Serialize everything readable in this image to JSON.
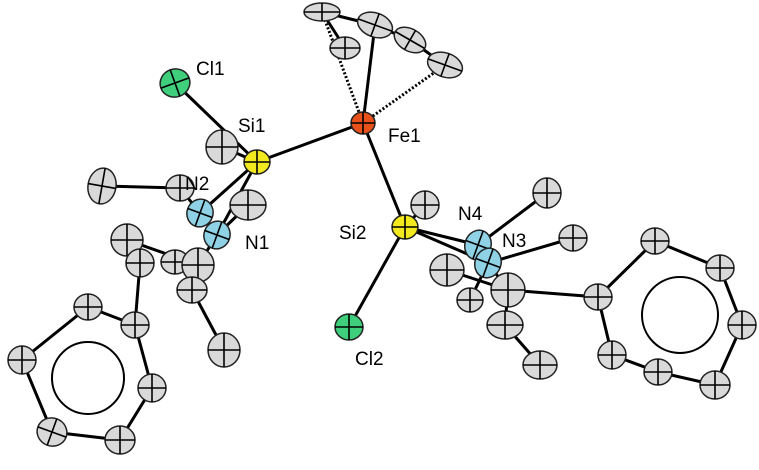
{
  "figure": {
    "labels": {
      "cl1": "Cl1",
      "si1": "Si1",
      "fe1": "Fe1",
      "n2": "N2",
      "n1": "N1",
      "si2": "Si2",
      "n4": "N4",
      "n3": "N3",
      "cl2": "Cl2"
    },
    "colors": {
      "carbon": "#d9d9d9",
      "silicon": "#f2ea1e",
      "iron": "#e8521a",
      "chlorine": "#3fcf7c",
      "nitrogen": "#8fd2e6",
      "bond": "#000000",
      "background": "#ffffff"
    }
  }
}
